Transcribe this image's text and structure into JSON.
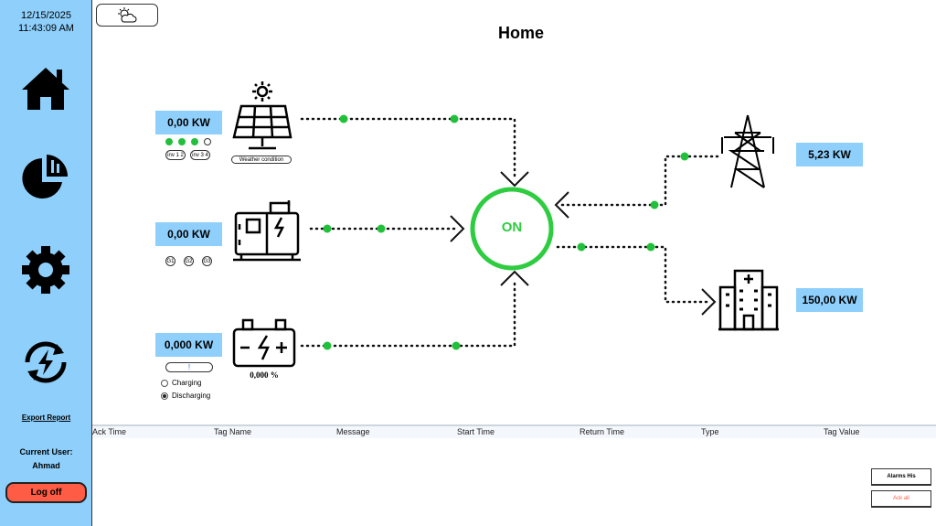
{
  "sidebar": {
    "date": "12/15/2025",
    "time": "11:43:09 AM",
    "export_report": "Export Report",
    "current_user_label": "Current User:",
    "user": "Ahmad",
    "logoff": "Log off"
  },
  "header": {
    "title": "Home"
  },
  "solar": {
    "value": "0,00 KW",
    "inverters": [
      "inv 1 2",
      "inv 3 4"
    ],
    "inverter_status": [
      true,
      true,
      true,
      false
    ],
    "weather_button": "Weather condition"
  },
  "generator": {
    "value": "0,00 KW",
    "units": [
      "G1",
      "G2",
      "G3"
    ]
  },
  "battery": {
    "value": "0,000 KW",
    "alert": "!",
    "percent": "0,000 %",
    "modes": [
      "Charging",
      "Discharging"
    ],
    "selected_mode": "Discharging"
  },
  "status": {
    "label": "ON",
    "color": "#2ecc40"
  },
  "grid": {
    "value": "5,23 KW"
  },
  "load": {
    "value": "150,00 KW"
  },
  "alarms": {
    "columns": [
      "Ack Time",
      "Tag Name",
      "Message",
      "Start Time",
      "Return Time",
      "Type",
      "Tag Value"
    ],
    "rows": [],
    "alarms_his": "Alarms His",
    "ack_all": "Ack all"
  },
  "colors": {
    "accent": "#8ecffb",
    "logoff": "#ff5c45",
    "flow": "#22c03a"
  }
}
